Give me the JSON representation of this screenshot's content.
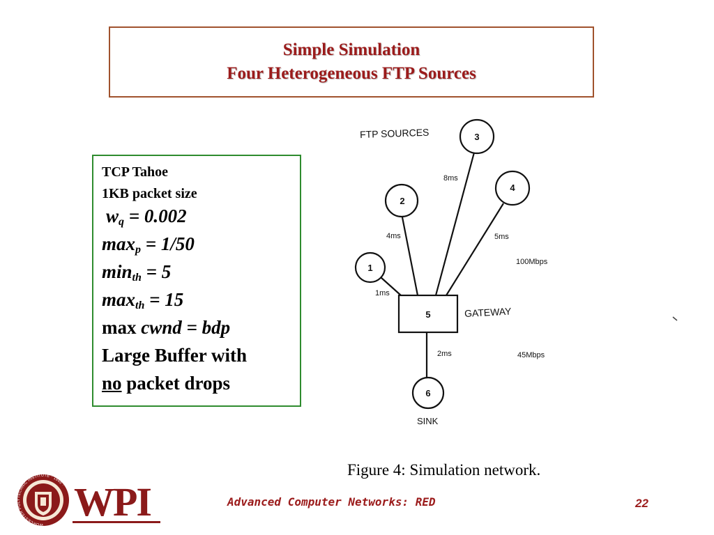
{
  "title": {
    "line1": "Simple Simulation",
    "line2": "Four Heterogeneous FTP Sources"
  },
  "params": {
    "protocol": "TCP Tahoe",
    "packet_size": "1KB packet size",
    "wq": {
      "sym": "w",
      "sub": "q",
      "rest": " = 0.002"
    },
    "maxp": {
      "sym": "max",
      "sub": "p",
      "rest": " = 1/50"
    },
    "minth": {
      "sym": "min",
      "sub": "th",
      "rest": " = 5"
    },
    "maxth": {
      "sym": "max",
      "sub": "th",
      "rest": " = 15"
    },
    "cwnd": {
      "prefix": "max ",
      "ital": "cwnd = bdp"
    },
    "buffer": "Large Buffer with",
    "drops": {
      "underlined": "no",
      "rest": " packet drops"
    }
  },
  "network": {
    "sources_label": "FTP SOURCES",
    "gateway_label": "GATEWAY",
    "sink_label": "SINK",
    "nodes": {
      "n1": "1",
      "n2": "2",
      "n3": "3",
      "n4": "4",
      "n5": "5",
      "n6": "6"
    },
    "delays": {
      "d1": "1ms",
      "d2": "4ms",
      "d3": "8ms",
      "d4": "5ms",
      "d6": "2ms"
    },
    "bandwidth_sources": "100Mbps",
    "bandwidth_sink": "45Mbps"
  },
  "caption": "Figure 4:  Simulation network.",
  "footer": {
    "course": "Advanced Computer Networks:  RED",
    "page": "22",
    "logo_text": "WPI",
    "seal_text": "WORCESTER POLYTECHNIC INSTITUTE · 1865 ·"
  },
  "colors": {
    "title": "#9b1b1b",
    "title_border": "#a0522d",
    "params_border": "#2e8b2e",
    "footer": "#9b1b1b"
  }
}
